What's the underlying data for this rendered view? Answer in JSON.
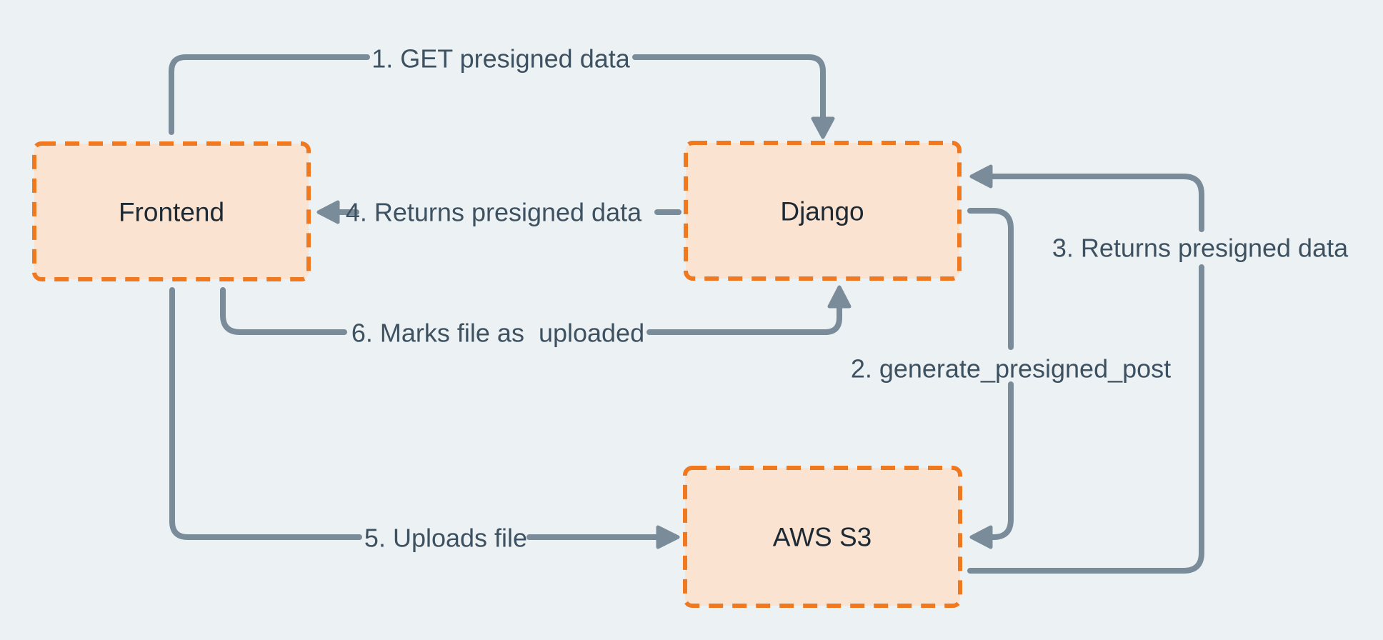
{
  "nodes": {
    "frontend": {
      "label": "Frontend"
    },
    "django": {
      "label": "Django"
    },
    "aws_s3": {
      "label": "AWS S3"
    }
  },
  "edges": {
    "get_presigned": {
      "label": "1. GET presigned data",
      "from": "Frontend",
      "to": "Django"
    },
    "generate_presigned": {
      "label": "2. generate_presigned_post",
      "from": "Django",
      "to": "AWS S3"
    },
    "returns_presigned_s3": {
      "label": "3. Returns presigned data",
      "from": "AWS S3",
      "to": "Django"
    },
    "returns_presigned_fe": {
      "label": "4. Returns presigned data",
      "from": "Django",
      "to": "Frontend"
    },
    "uploads_file": {
      "label": "5. Uploads file",
      "from": "Frontend",
      "to": "AWS S3"
    },
    "marks_uploaded": {
      "label": "6. Marks file as  uploaded",
      "from": "Frontend",
      "to": "Django"
    }
  },
  "colors": {
    "background": "#ECF1F4",
    "node_fill": "#FBE3D2",
    "node_border": "#F0781E",
    "connector": "#7A8C99",
    "edge_label_text": "#3E5160",
    "node_label_text": "#1D2A34"
  }
}
